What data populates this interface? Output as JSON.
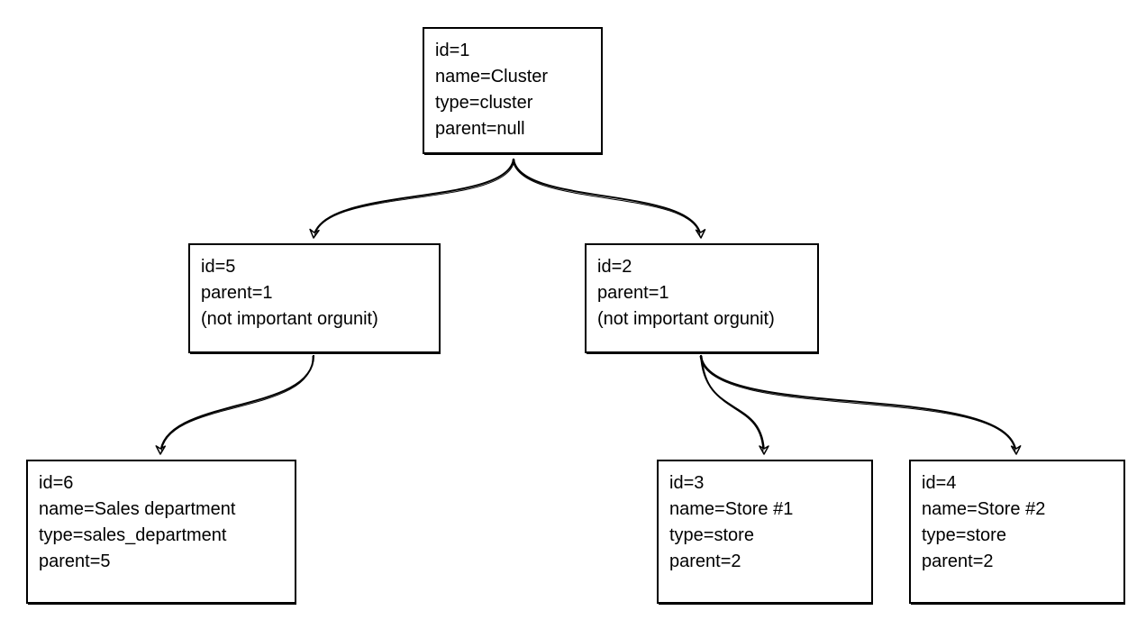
{
  "nodes": {
    "n1": {
      "lines": [
        "id=1",
        "name=Cluster",
        "type=cluster",
        "parent=null"
      ]
    },
    "n5": {
      "lines": [
        "id=5",
        "parent=1",
        "(not important orgunit)"
      ]
    },
    "n2": {
      "lines": [
        "id=2",
        "parent=1",
        "(not important orgunit)"
      ]
    },
    "n6": {
      "lines": [
        "id=6",
        "name=Sales department",
        "type=sales_department",
        "parent=5"
      ]
    },
    "n3": {
      "lines": [
        "id=3",
        "name=Store #1",
        "type=store",
        "parent=2"
      ]
    },
    "n4": {
      "lines": [
        "id=4",
        "name=Store #2",
        "type=store",
        "parent=2"
      ]
    }
  },
  "edges": [
    {
      "from": "n1",
      "to": "n5"
    },
    {
      "from": "n1",
      "to": "n2"
    },
    {
      "from": "n5",
      "to": "n6"
    },
    {
      "from": "n2",
      "to": "n3"
    },
    {
      "from": "n2",
      "to": "n4"
    }
  ],
  "colors": {
    "stroke": "#000000",
    "background": "#ffffff",
    "text": "#000000"
  }
}
